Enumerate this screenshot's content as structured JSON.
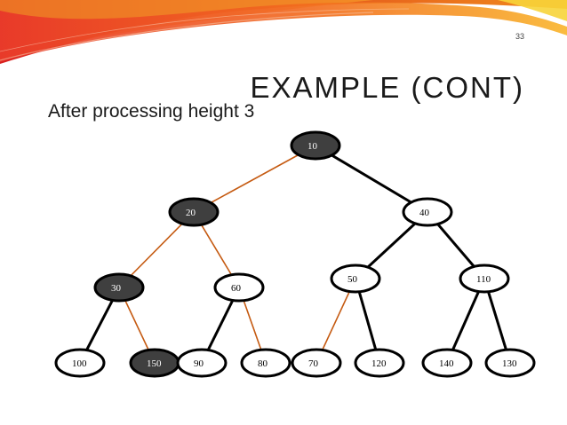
{
  "slide": {
    "page_number": "33",
    "title": "EXAMPLE (CONT)",
    "subtitle": "After processing height 3"
  },
  "colors": {
    "tree_edge": "#000000",
    "processed_edge": "#c55a11",
    "processed_node_fill": "#3f3f3f",
    "node_fill": "#ffffff"
  },
  "tree": {
    "nodes": [
      {
        "id": "n10",
        "label": "10",
        "processed": true
      },
      {
        "id": "n20",
        "label": "20",
        "processed": true
      },
      {
        "id": "n40",
        "label": "40",
        "processed": false
      },
      {
        "id": "n30",
        "label": "30",
        "processed": true
      },
      {
        "id": "n60",
        "label": "60",
        "processed": false
      },
      {
        "id": "n50",
        "label": "50",
        "processed": false
      },
      {
        "id": "n110",
        "label": "110",
        "processed": false
      },
      {
        "id": "n100",
        "label": "100",
        "processed": false
      },
      {
        "id": "n150",
        "label": "150",
        "processed": true
      },
      {
        "id": "n90",
        "label": "90",
        "processed": false
      },
      {
        "id": "n80",
        "label": "80",
        "processed": false
      },
      {
        "id": "n70",
        "label": "70",
        "processed": false
      },
      {
        "id": "n120",
        "label": "120",
        "processed": false
      },
      {
        "id": "n140",
        "label": "140",
        "processed": false
      },
      {
        "id": "n130",
        "label": "130",
        "processed": false
      }
    ],
    "edges": [
      {
        "from": "n10",
        "to": "n20",
        "highlighted": true
      },
      {
        "from": "n10",
        "to": "n40",
        "highlighted": false
      },
      {
        "from": "n20",
        "to": "n30",
        "highlighted": true
      },
      {
        "from": "n20",
        "to": "n60",
        "highlighted": true
      },
      {
        "from": "n40",
        "to": "n50",
        "highlighted": false
      },
      {
        "from": "n40",
        "to": "n110",
        "highlighted": false
      },
      {
        "from": "n30",
        "to": "n100",
        "highlighted": false
      },
      {
        "from": "n30",
        "to": "n150",
        "highlighted": true
      },
      {
        "from": "n60",
        "to": "n90",
        "highlighted": false
      },
      {
        "from": "n60",
        "to": "n80",
        "highlighted": true
      },
      {
        "from": "n50",
        "to": "n70",
        "highlighted": true
      },
      {
        "from": "n50",
        "to": "n120",
        "highlighted": false
      },
      {
        "from": "n110",
        "to": "n140",
        "highlighted": false
      },
      {
        "from": "n110",
        "to": "n130",
        "highlighted": false
      }
    ]
  }
}
